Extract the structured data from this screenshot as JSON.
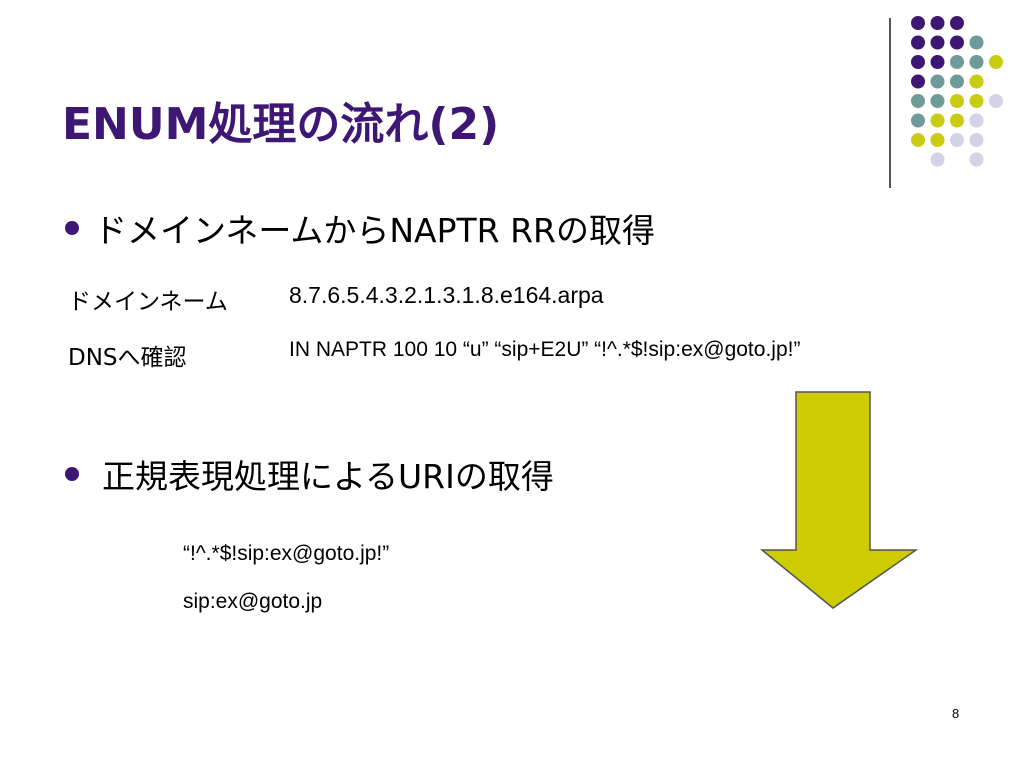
{
  "slide": {
    "title": "ENUM処理の流れ(2)",
    "page_number": "8"
  },
  "bullets": [
    {
      "text": "ドメインネームからNAPTR RRの取得"
    },
    {
      "text": "正規表現処理によるURIの取得"
    }
  ],
  "lookup": {
    "domain_label": "ドメインネーム",
    "domain_value": "8.7.6.5.4.3.2.1.3.1.8.e164.arpa",
    "dns_label": "DNSへ確認",
    "dns_value": "IN NAPTR 100 10 “u” “sip+E2U” “!^.*$!sip:ex@goto.jp!”"
  },
  "result": {
    "regex": "“!^.*$!sip:ex@goto.jp!”",
    "uri": "sip:ex@goto.jp"
  },
  "colors": {
    "title": "#3d1773",
    "dot_purple": "#3d1773",
    "dot_teal": "#6f9a9a",
    "dot_yellow": "#c9cc12",
    "dot_lavender": "#d4d2e6",
    "arrow_fill": "#cccc00"
  }
}
